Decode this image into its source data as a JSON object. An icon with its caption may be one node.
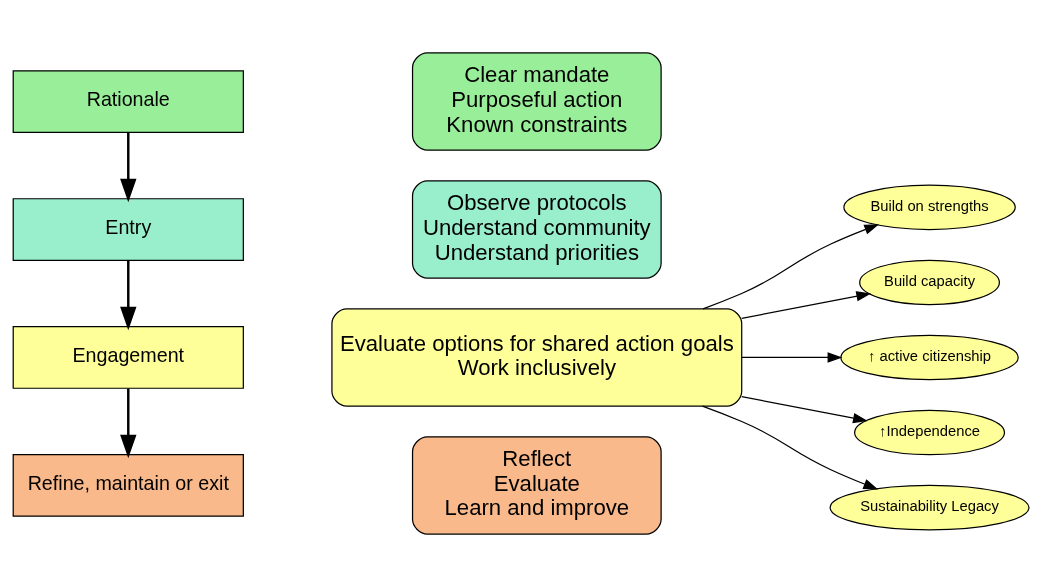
{
  "diagram": {
    "nodes": [
      {
        "text": [
          "Rationale"
        ]
      },
      {
        "text": [
          "Entry"
        ]
      },
      {
        "text": [
          "Engagement"
        ]
      },
      {
        "text": [
          "Refine, maintain or exit"
        ]
      },
      {
        "text": [
          "Clear mandate",
          "Purposeful action",
          "Known constraints"
        ]
      },
      {
        "text": [
          "Observe protocols",
          "Understand community",
          "Understand priorities"
        ]
      },
      {
        "text": [
          "Evaluate options for shared action goals",
          "Work inclusively"
        ]
      },
      {
        "text": [
          "Reflect",
          "Evaluate",
          "Learn and improve"
        ]
      },
      {
        "text": [
          "Build on strengths"
        ]
      },
      {
        "text": [
          "Build capacity"
        ]
      },
      {
        "text": [
          "↑ active citizenship"
        ]
      },
      {
        "text": [
          "↑Independence"
        ]
      },
      {
        "text": [
          "Sustainability Legacy"
        ]
      }
    ],
    "edges": [
      {
        "from": 0,
        "to": 1,
        "arrow": "to"
      },
      {
        "from": 1,
        "to": 2,
        "arrow": "to"
      },
      {
        "from": 2,
        "to": 3,
        "arrow": "to"
      },
      {
        "from": 6,
        "to": 8,
        "arrow": "to"
      },
      {
        "from": 6,
        "to": 9,
        "arrow": "to"
      },
      {
        "from": 6,
        "to": 10,
        "arrow": "to"
      },
      {
        "from": 6,
        "to": 11,
        "arrow": "to"
      },
      {
        "from": 6,
        "to": 12,
        "arrow": "to"
      }
    ]
  }
}
